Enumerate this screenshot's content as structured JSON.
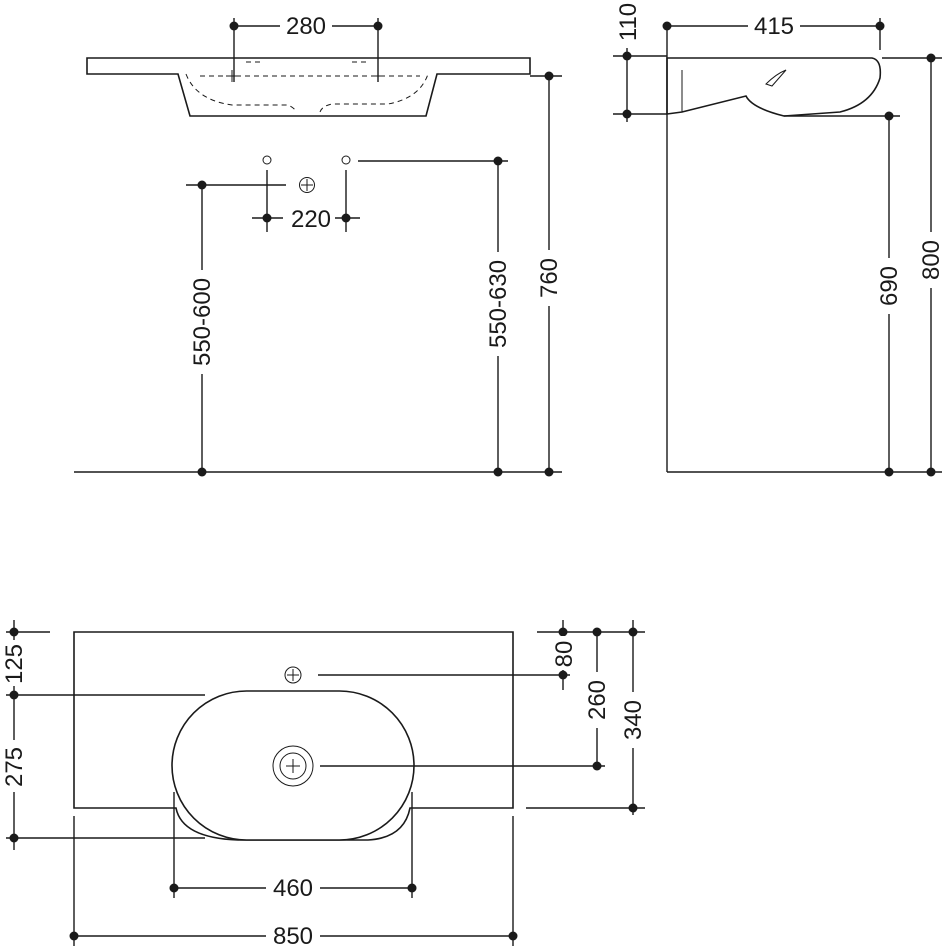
{
  "front_view": {
    "tap_hole_spacing": "280",
    "tap_spacing": "220",
    "grab_bar_height": "550-600",
    "waste_height": "550-630",
    "rim_height": "760"
  },
  "side_view": {
    "depth": "415",
    "thickness": "110",
    "underside_height": "690",
    "overall_height": "800"
  },
  "plan_view": {
    "bowl_width": "460",
    "overall_width": "850",
    "tap_hole_offset": "80",
    "waste_offset": "260",
    "overall_projection": "340",
    "slab_depth": "125",
    "bowl_depth": "275"
  }
}
